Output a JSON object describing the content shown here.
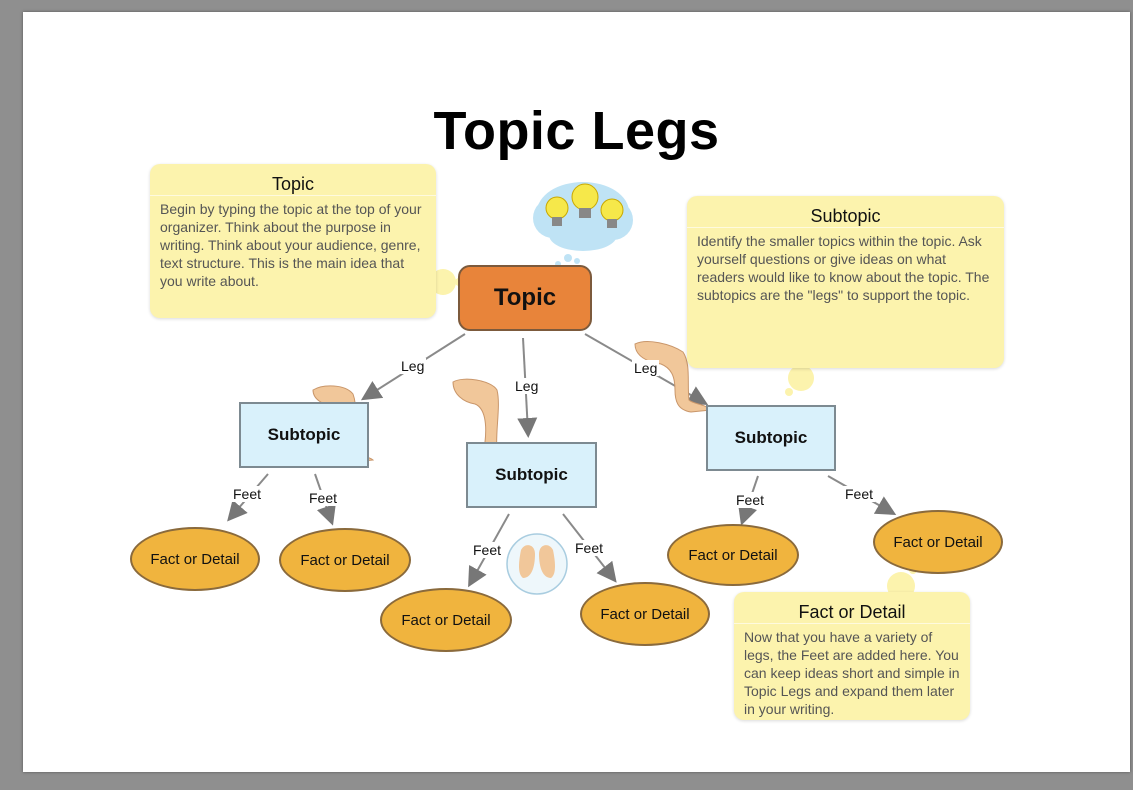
{
  "title": "Topic Legs",
  "topic_callout": {
    "heading": "Topic",
    "body": "Begin by typing the topic at the top of your organizer. Think about the purpose in writing. Think about your audience, genre, text structure. This is the main idea that you write about."
  },
  "subtopic_callout": {
    "heading": "Subtopic",
    "body": "Identify the smaller topics within the topic. Ask yourself questions or give ideas on what readers would like to know about the topic. The subtopics are the \"legs\" to support the topic."
  },
  "fact_callout": {
    "heading": "Fact or Detail",
    "body": "Now that you have a variety of legs, the Feet are added here. You can keep ideas short and simple in Topic Legs and expand them later in your writing."
  },
  "topic_label": "Topic",
  "subtopics": [
    "Subtopic",
    "Subtopic",
    "Subtopic"
  ],
  "facts": [
    "Fact or Detail",
    "Fact or Detail",
    "Fact or Detail",
    "Fact or Detail",
    "Fact or Detail",
    "Fact or Detail"
  ],
  "leg_labels": [
    "Leg",
    "Leg",
    "Leg"
  ],
  "feet_labels": [
    "Feet",
    "Feet",
    "Feet",
    "Feet",
    "Feet",
    "Feet"
  ],
  "colors": {
    "callout": "#fcf3ad",
    "topic": "#e8843a",
    "subtopic": "#d9f1fb",
    "fact": "#f0b43e"
  },
  "icons": [
    "lightbulbs-icon",
    "leg-icon",
    "feet-icon"
  ]
}
